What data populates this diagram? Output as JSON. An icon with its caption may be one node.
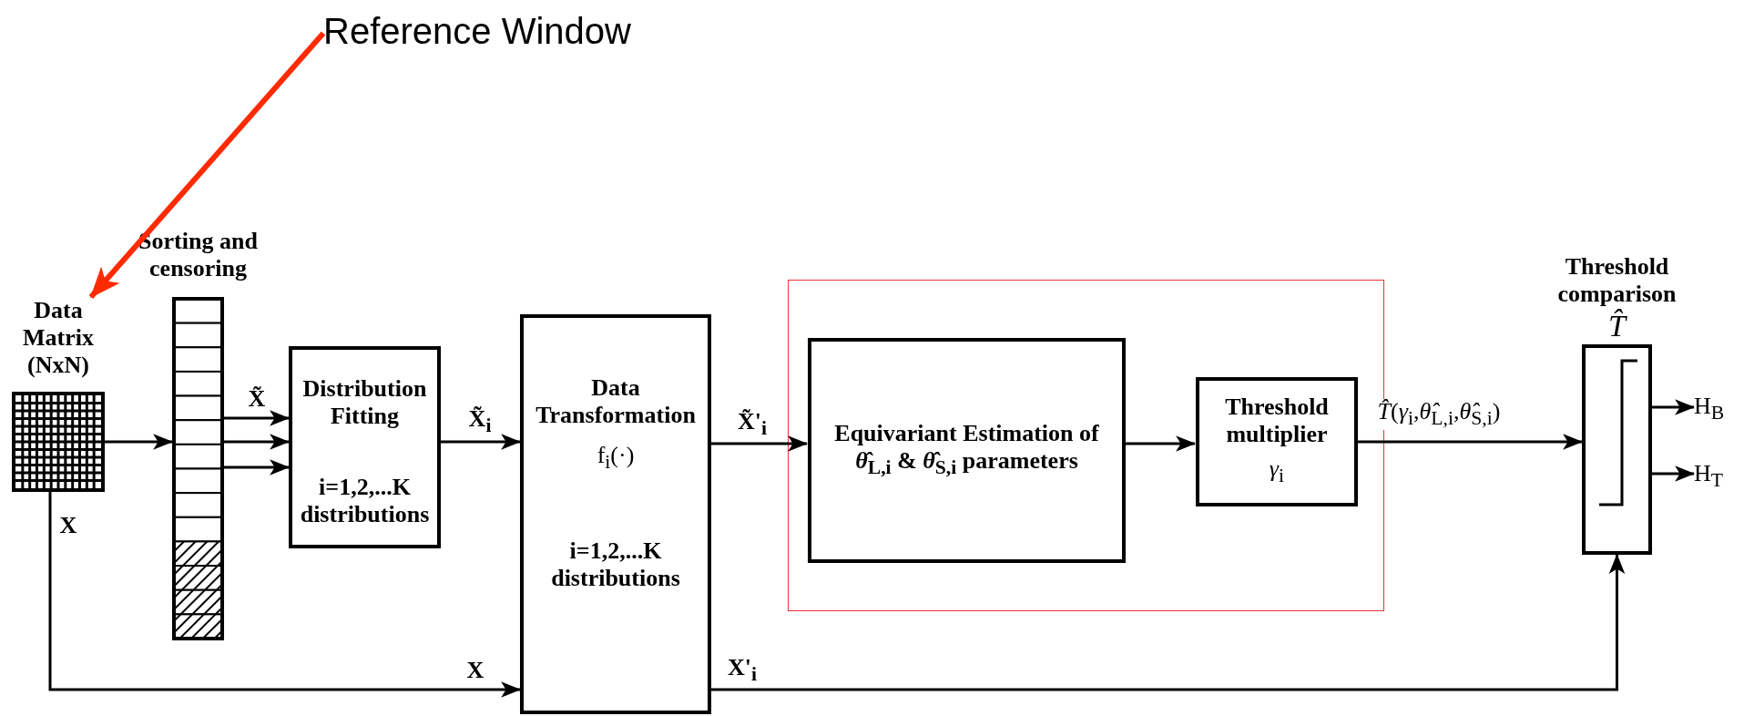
{
  "diagram": {
    "nodes": [
      {
        "text": [
          "Reference Window"
        ]
      },
      {
        "text": [
          "Data Matrix (NxN)"
        ]
      },
      {
        "text": [
          "Sorting and censoring"
        ]
      },
      {
        "text": [
          "Distribution Fitting",
          "i=1,2,...K distributions"
        ]
      },
      {
        "text": [
          "Data Transformation",
          "f$_{i}$(·)",
          "i=1,2,...K distributions"
        ]
      },
      {
        "text": [],
        "shape": "box"
      },
      {
        "text": [
          "Equivariant Estimation of *θ̂*$_{L,i}$ & *θ̂*$_{S,i}$ parameters"
        ],
        "in": 5
      },
      {
        "text": [
          "Threshold multiplier",
          "*γ*$_{i}$"
        ],
        "in": 5
      },
      {
        "text": [
          "Threshold comparison",
          "T̂"
        ]
      },
      {
        "text": [
          "H$_{B}$"
        ]
      },
      {
        "text": [
          "H$_{T}$"
        ]
      }
    ],
    "edges": [
      {
        "from": 0,
        "to": 1,
        "arrow": "to",
        "style": "thick",
        "color": "#ff2a00"
      },
      {
        "from": 1,
        "to": 2,
        "arrow": "to"
      },
      {
        "from": 2,
        "to": 3,
        "arrow": "to",
        "label": "X̃"
      },
      {
        "from": 2,
        "to": 3,
        "arrow": "to"
      },
      {
        "from": 2,
        "to": 3,
        "arrow": "to"
      },
      {
        "from": 3,
        "to": 4,
        "arrow": "to",
        "label": "X̃$_{i}$"
      },
      {
        "from": 4,
        "to": 6,
        "arrow": "to",
        "label": "X̃'$_{i}$"
      },
      {
        "from": 6,
        "to": 7,
        "arrow": "to"
      },
      {
        "from": 7,
        "to": 8,
        "arrow": "to",
        "label": "*T̂*(*γ*$_{i}$,*θ̂*$_{L,i}$,*θ̂*$_{S,i}$)"
      },
      {
        "from": 8,
        "to": 9,
        "arrow": "to"
      },
      {
        "from": 8,
        "to": 10,
        "arrow": "to"
      },
      {
        "from": 1,
        "to": 4,
        "arrow": "to",
        "label": "X"
      },
      {
        "from": 4,
        "to": 8,
        "arrow": "to",
        "label": "X'$_{i}$"
      }
    ],
    "labels": [
      "X"
    ]
  }
}
